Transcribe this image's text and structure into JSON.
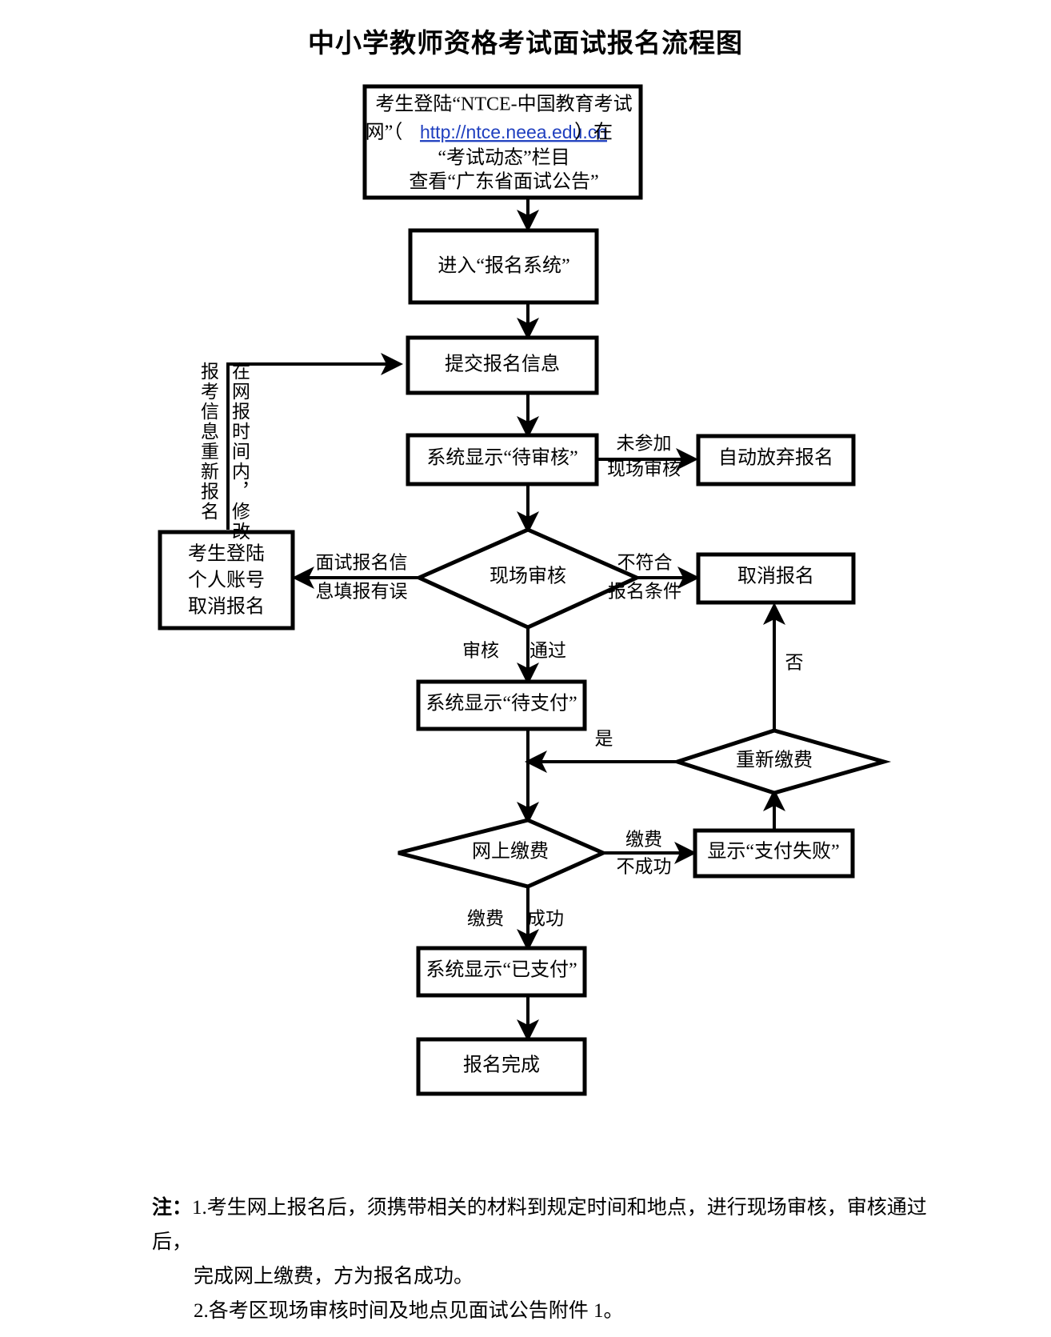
{
  "title": "中小学教师资格考试面试报名流程图",
  "colors": {
    "line": "#000000",
    "box_fill": "#ffffff",
    "hyperlink": "#1f3fbf",
    "page_background": "#ffffff"
  },
  "chart_data": {
    "type": "diagram",
    "diagram_kind": "flowchart",
    "title": "中小学教师资格考试面试报名流程图",
    "nodes": [
      {
        "id": "n1",
        "shape": "rect",
        "label_lines": [
          "考生登陆“NTCE-中国教育考试",
          "网”（http://ntce.neea.edu.cn）在",
          "“考试动态”栏目",
          "查看“广东省面试公告”"
        ],
        "hyperlink": "http://ntce.neea.edu.cn"
      },
      {
        "id": "n2",
        "shape": "rect",
        "label": "进入“报名系统”"
      },
      {
        "id": "n3",
        "shape": "rect",
        "label": "提交报名信息"
      },
      {
        "id": "n4",
        "shape": "rect",
        "label": "系统显示“待审核”"
      },
      {
        "id": "n5",
        "shape": "rect",
        "label": "自动放弃报名"
      },
      {
        "id": "n6",
        "shape": "diamond",
        "label": "现场审核"
      },
      {
        "id": "n7",
        "shape": "rect",
        "label_lines": [
          "考生登陆",
          "个人账号",
          "取消报名"
        ]
      },
      {
        "id": "n8",
        "shape": "rect",
        "label": "取消报名"
      },
      {
        "id": "n9",
        "shape": "rect",
        "label": "系统显示“待支付”"
      },
      {
        "id": "n10",
        "shape": "diamond",
        "label": "重新缴费"
      },
      {
        "id": "n11",
        "shape": "diamond",
        "label": "网上缴费"
      },
      {
        "id": "n12",
        "shape": "rect",
        "label": "显示“支付失败”"
      },
      {
        "id": "n13",
        "shape": "rect",
        "label": "系统显示“已支付”"
      },
      {
        "id": "n14",
        "shape": "rect",
        "label": "报名完成"
      }
    ],
    "edges": [
      {
        "from": "n1",
        "to": "n2",
        "label": ""
      },
      {
        "from": "n2",
        "to": "n3",
        "label": ""
      },
      {
        "from": "n3",
        "to": "n4",
        "label": ""
      },
      {
        "from": "n4",
        "to": "n5",
        "label": "未参加现场审核"
      },
      {
        "from": "n4",
        "to": "n6",
        "label": ""
      },
      {
        "from": "n6",
        "to": "n7",
        "label": "面试报名信息填报有误"
      },
      {
        "from": "n6",
        "to": "n8",
        "label": "不符合报名条件"
      },
      {
        "from": "n6",
        "to": "n9",
        "label": "审核 通过"
      },
      {
        "from": "n7",
        "to": "n3",
        "label": "报考信息重新报名 / 在网报时间内，修改"
      },
      {
        "from": "n9",
        "to": "n11",
        "label": ""
      },
      {
        "from": "n10",
        "to": "n9",
        "label": "是"
      },
      {
        "from": "n10",
        "to": "n8",
        "label": "否"
      },
      {
        "from": "n11",
        "to": "n12",
        "label": "缴费不成功"
      },
      {
        "from": "n11",
        "to": "n13",
        "label": "缴费 成功"
      },
      {
        "from": "n12",
        "to": "n10",
        "label": ""
      },
      {
        "from": "n13",
        "to": "n14",
        "label": ""
      }
    ]
  },
  "boxes": {
    "start": {
      "line1": "考生登陆“NTCE-中国教育考试",
      "line2_pre": "网”（",
      "line2_link": "http://ntce.neea.edu.cn",
      "line2_post": "）在",
      "line3": "“考试动态”栏目",
      "line4": "查看“广东省面试公告”"
    },
    "enter_system": "进入“报名系统”",
    "submit_info": "提交报名信息",
    "pending_review": "系统显示“待审核”",
    "auto_abandon": "自动放弃报名",
    "onsite_review": "现场审核",
    "cancel_by_self_l1": "考生登陆",
    "cancel_by_self_l2": "个人账号",
    "cancel_by_self_l3": "取消报名",
    "cancel_registration": "取消报名",
    "pending_payment": "系统显示“待支付”",
    "repay": "重新缴费",
    "online_payment": "网上缴费",
    "payment_failed": "显示“支付失败”",
    "paid": "系统显示“已支付”",
    "done": "报名完成"
  },
  "edge_labels": {
    "no_onsite_l1": "未参加",
    "no_onsite_l2": "现场审核",
    "info_wrong_l1": "面试报名信",
    "info_wrong_l2": "息填报有误",
    "not_qualified_l1": "不符合",
    "not_qualified_l2": "报名条件",
    "review_pass_l": "审核",
    "review_pass_r": "通过",
    "yes": "是",
    "no": "否",
    "pay_fail_l1": "缴费",
    "pay_fail_l2": "不成功",
    "pay_ok_l": "缴费",
    "pay_ok_r": "成功",
    "loop_left_vertical": "报考信息重新报名",
    "loop_right_vertical": "在网报时间内，修改"
  },
  "notes": {
    "label": "注：",
    "item1_a": "1.考生网上报名后，须携带相关的材料到规定时间和地点，进行现场审核，审核通过后，",
    "item1_b": "完成网上缴费，方为报名成功。",
    "item2": "2.各考区现场审核时间及地点见面试公告附件 1。"
  }
}
